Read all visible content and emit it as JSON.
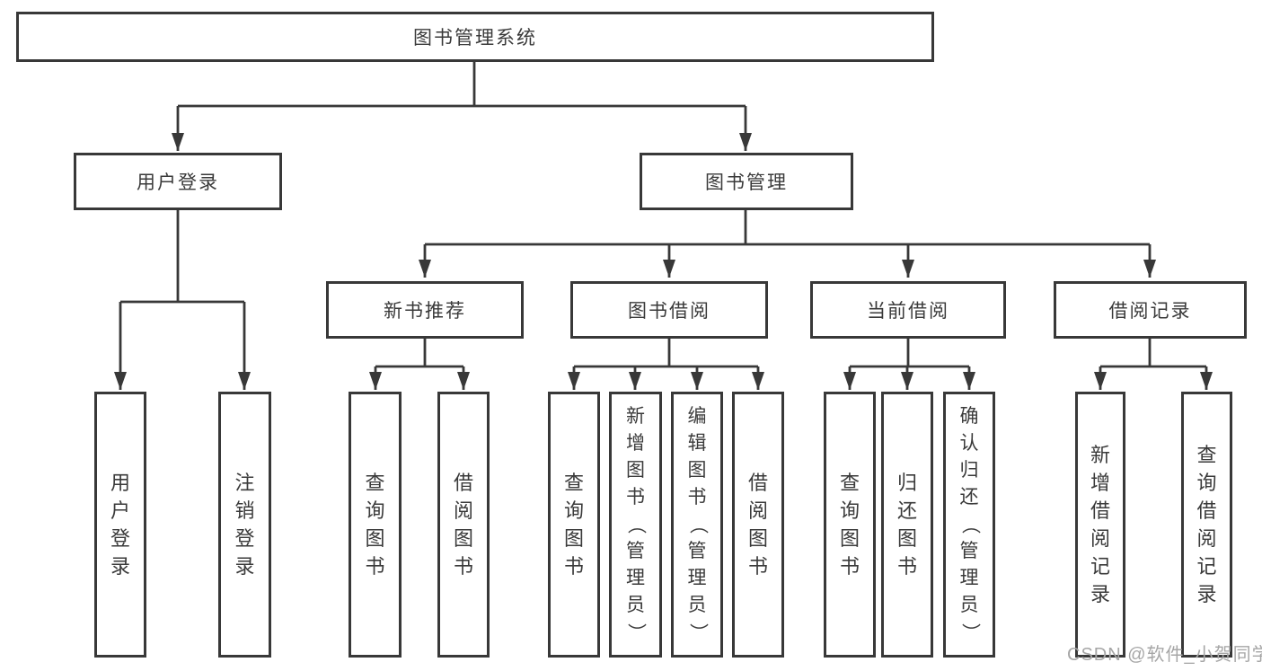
{
  "diagram": {
    "type": "hierarchy-tree",
    "colors": {
      "line": "#383838",
      "box_border": "#383838",
      "box_background": "#ffffff",
      "text": "#3a3a3a",
      "watermark_text": "#a6a6a6"
    },
    "root": {
      "label": "图书管理系统"
    },
    "level2": [
      {
        "label": "用户登录",
        "parent": "图书管理系统"
      },
      {
        "label": "图书管理",
        "parent": "图书管理系统"
      }
    ],
    "level3": [
      {
        "label": "新书推荐",
        "parent": "图书管理"
      },
      {
        "label": "图书借阅",
        "parent": "图书管理"
      },
      {
        "label": "当前借阅",
        "parent": "图书管理"
      },
      {
        "label": "借阅记录",
        "parent": "图书管理"
      }
    ],
    "leaves": [
      {
        "label": "用户登录",
        "parent": "用户登录"
      },
      {
        "label": "注销登录",
        "parent": "用户登录"
      },
      {
        "label": "查询图书",
        "parent": "新书推荐"
      },
      {
        "label": "借阅图书",
        "parent": "新书推荐"
      },
      {
        "label": "查询图书",
        "parent": "图书借阅"
      },
      {
        "label": "新增图书（管理员）",
        "parent": "图书借阅"
      },
      {
        "label": "编辑图书（管理员）",
        "parent": "图书借阅"
      },
      {
        "label": "借阅图书",
        "parent": "图书借阅"
      },
      {
        "label": "查询图书",
        "parent": "当前借阅"
      },
      {
        "label": "归还图书",
        "parent": "当前借阅"
      },
      {
        "label": "确认归还（管理员）",
        "parent": "当前借阅"
      },
      {
        "label": "新增借阅记录",
        "parent": "借阅记录"
      },
      {
        "label": "查询借阅记录",
        "parent": "借阅记录"
      }
    ],
    "watermark": "CSDN @软件_小贺同学"
  }
}
